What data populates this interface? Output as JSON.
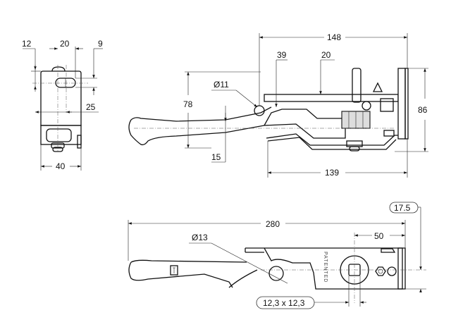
{
  "title": "Over-centre draw latch dimensional drawing",
  "front_view": {
    "dims": {
      "d12": "12",
      "d20": "20",
      "d9": "9",
      "d25": "25",
      "d40": "40"
    }
  },
  "side_view": {
    "dims": {
      "d148": "148",
      "d39": "39",
      "d20": "20",
      "d11": "Ø11",
      "d78": "78",
      "d86": "86",
      "d15": "15",
      "d139": "139"
    }
  },
  "top_view": {
    "dims": {
      "d280": "280",
      "d50": "50",
      "d17_5": "17.5",
      "d13": "Ø13",
      "square": "12,3 x 12,3"
    },
    "stamp": "PATENTED"
  }
}
